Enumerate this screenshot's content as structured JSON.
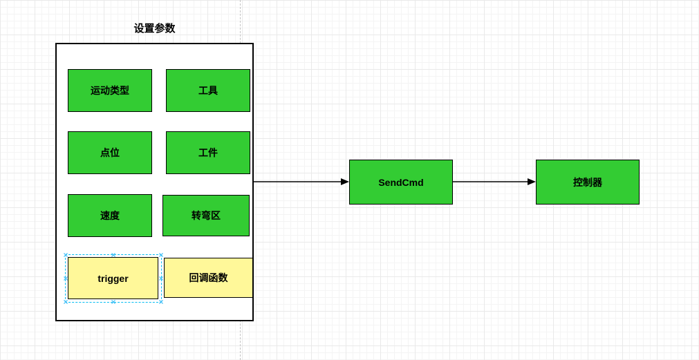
{
  "title": "设置参数",
  "container_boxes": [
    {
      "id": "motion-type",
      "label": "运动类型",
      "color": "green"
    },
    {
      "id": "tool",
      "label": "工具",
      "color": "green"
    },
    {
      "id": "point",
      "label": "点位",
      "color": "green"
    },
    {
      "id": "workpiece",
      "label": "工件",
      "color": "green"
    },
    {
      "id": "speed",
      "label": "速度",
      "color": "green"
    },
    {
      "id": "blend-zone",
      "label": "转弯区",
      "color": "green"
    },
    {
      "id": "trigger",
      "label": "trigger",
      "color": "yellow",
      "selected": true
    },
    {
      "id": "callback",
      "label": "回调函数",
      "color": "yellow"
    }
  ],
  "flow_nodes": [
    {
      "id": "sendcmd",
      "label": "SendCmd"
    },
    {
      "id": "controller",
      "label": "控制器"
    }
  ],
  "edges": [
    {
      "from": "param-container",
      "to": "sendcmd"
    },
    {
      "from": "sendcmd",
      "to": "controller"
    }
  ],
  "colors": {
    "node_green": "#33cc33",
    "node_yellow": "#fff899",
    "selection_blue": "#00bcf2",
    "stroke": "#000000",
    "grid_line": "#e9e9e9"
  }
}
